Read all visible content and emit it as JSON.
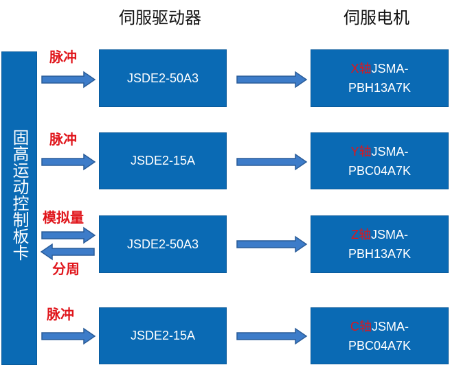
{
  "headers": {
    "drive": "伺服驱动器",
    "motor": "伺服电机"
  },
  "controller": {
    "label": "固高运动控制板卡"
  },
  "rows": [
    {
      "signals": [
        "脉冲"
      ],
      "drive": "JSDE2-50A3",
      "axis": "X轴",
      "motor_line1": "JSMA-",
      "motor_line2": "PBH13A7K"
    },
    {
      "signals": [
        "脉冲"
      ],
      "drive": "JSDE2-15A",
      "axis": "Y轴",
      "motor_line1": "JSMA-",
      "motor_line2": "PBC04A7K"
    },
    {
      "signals": [
        "模拟量",
        "分周"
      ],
      "drive": "JSDE2-50A3",
      "axis": "Z轴",
      "motor_line1": "JSMA-",
      "motor_line2": "PBH13A7K"
    },
    {
      "signals": [
        "脉冲"
      ],
      "drive": "JSDE2-15A",
      "axis": "C轴",
      "motor_line1": "JSMA-",
      "motor_line2": "PBC04A7K"
    }
  ],
  "colors": {
    "box_fill": "#0a6ab4",
    "box_border": "#0a5a9a",
    "signal_text": "#e0151b",
    "arrow_fill": "#3d7cc9",
    "arrow_stroke": "#2a5c98"
  }
}
